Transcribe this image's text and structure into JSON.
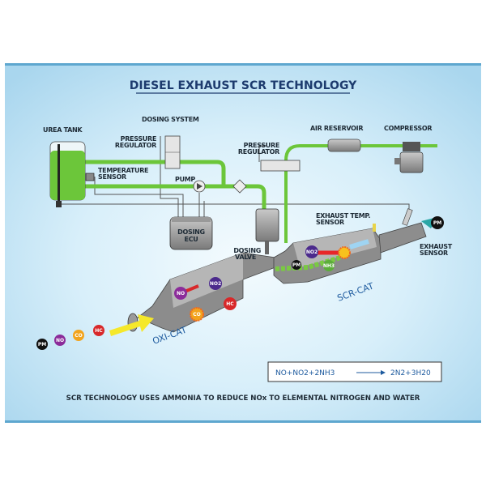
{
  "title": "DIESEL EXHAUST SCR TECHNOLOGY",
  "labels": {
    "urea_tank": "UREA TANK",
    "dosing_system": "DOSING SYSTEM",
    "pressure_regulator_1": [
      "PRESSURE",
      "REGULATOR"
    ],
    "temperature_sensor": [
      "TEMPERATURE",
      "SENSOR"
    ],
    "pump": "PUMP",
    "dosing_ecu": [
      "DOSING",
      "ECU"
    ],
    "pressure_regulator_2": [
      "PRESSURE",
      "REGULATOR"
    ],
    "air_reservoir": "AIR RESERVOIR",
    "compressor": "COMPRESSOR",
    "exhaust_temp_sensor": [
      "EXHAUST TEMP.",
      "SENSOR"
    ],
    "dosing_valve": [
      "DOSING",
      "VALVE"
    ],
    "exhaust_sensor": [
      "EXHAUST",
      "SENSOR"
    ],
    "oxi_cat": "OXI-CAT",
    "scr_cat": "SCR-CAT"
  },
  "molecules": {
    "pm": "PM",
    "no": "NO",
    "co": "CO",
    "hc": "HC",
    "no2": "NO2",
    "nh3": "NH3"
  },
  "equation": {
    "left": "NO+NO2+2NH3",
    "right": "2N2+3H20"
  },
  "caption": "SCR TECHNOLOGY USES AMMONIA TO REDUCE NOx TO ELEMENTAL NITROGEN AND WATER",
  "colors": {
    "urea": "#6cc63a",
    "panel": "#cfeaf6",
    "title": "#1d3b6e",
    "pm": "#111111",
    "no": "#8b2c9a",
    "co": "#f2a41e",
    "hc": "#d8282a",
    "no2": "#4b2a8c"
  }
}
